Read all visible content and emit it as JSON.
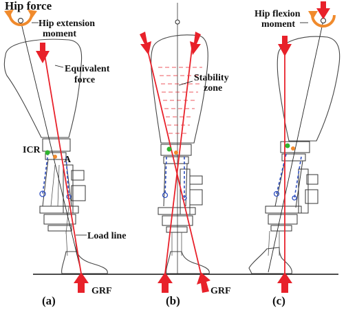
{
  "labels": {
    "hip_force": "Hip force",
    "hip_extension_moment_1": "Hip extension",
    "hip_extension_moment_2": "moment",
    "equivalent_force_1": "Equivalent",
    "equivalent_force_2": "force",
    "icr": "ICR",
    "a": "A",
    "load_line": "Load line",
    "stability_zone_1": "Stability",
    "stability_zone_2": "zone",
    "hip_flexion_moment_1": "Hip flexion",
    "hip_flexion_moment_2": "moment",
    "grf_a": "GRF",
    "grf_b": "GRF",
    "panel_a": "(a)",
    "panel_b": "(b)",
    "panel_c": "(c)"
  },
  "colors": {
    "force_red": "#e8212a",
    "moment_orange": "#f08a2c",
    "icr_green": "#2fb52f",
    "linkage_blue": "#3050c0"
  }
}
